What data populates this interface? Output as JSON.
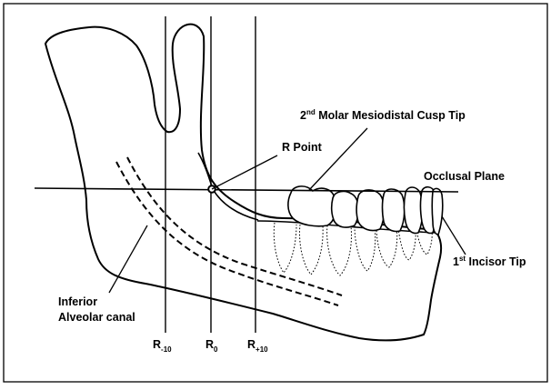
{
  "labels": {
    "molar_pre": "2",
    "molar_sup": "nd",
    "molar_post": " Molar Mesiodistal Cusp Tip",
    "r_point": "R Point",
    "occlusal_plane": "Occlusal Plane",
    "incisor_pre": "1",
    "incisor_sup": "st",
    "incisor_post": " Incisor Tip",
    "canal_line1": "Inferior",
    "canal_line2": "Alveolar canal"
  },
  "axis_labels": {
    "r_minus10_base": "R",
    "r_minus10_sub": "-10",
    "r0_base": "R",
    "r0_sub": "0",
    "r_plus10_base": "R",
    "r_plus10_sub": "+10"
  }
}
